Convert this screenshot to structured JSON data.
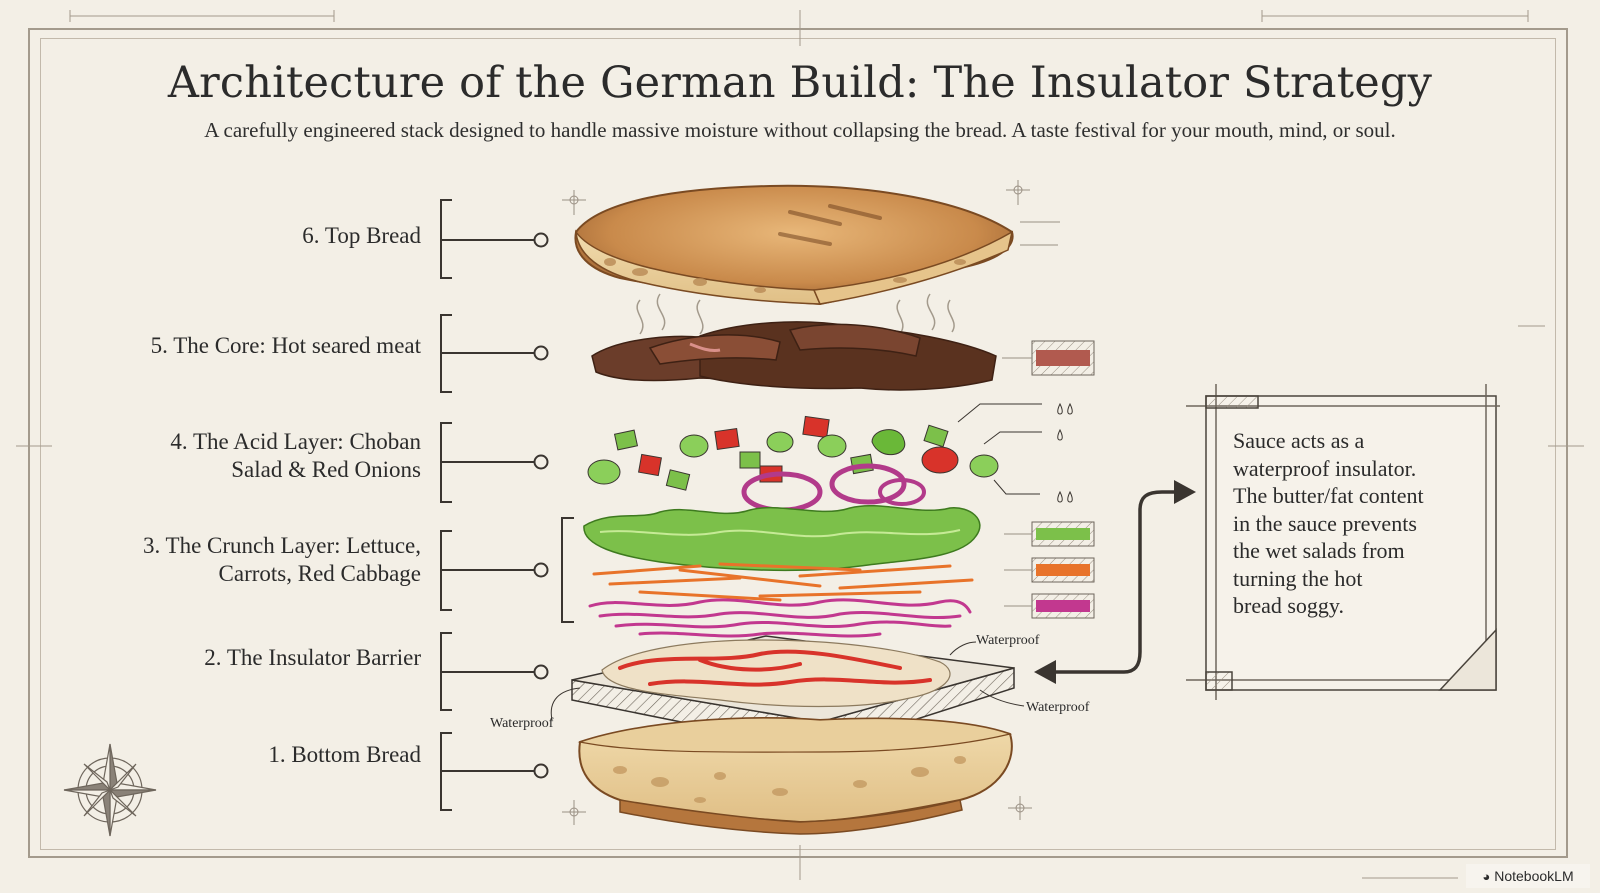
{
  "header": {
    "title": "Architecture of the German Build: The Insulator Strategy",
    "subtitle": "A carefully engineered stack designed to handle massive moisture without collapsing the bread. A taste festival for your mouth, mind, or soul."
  },
  "layers": [
    {
      "lines": [
        "6. Top Bread"
      ]
    },
    {
      "lines": [
        "5. The Core: Hot seared meat"
      ]
    },
    {
      "lines": [
        "4. The Acid Layer: Choban",
        "Salad & Red Onions"
      ]
    },
    {
      "lines": [
        "3. The Crunch Layer: Lettuce,",
        "Carrots, Red Cabbage"
      ]
    },
    {
      "lines": [
        "2. The Insulator Barrier"
      ]
    },
    {
      "lines": [
        "1. Bottom Bread"
      ]
    }
  ],
  "annotations": {
    "waterproof_top": "Waterproof",
    "waterproof_right": "Waterproof",
    "waterproof_left": "Waterproof"
  },
  "note": {
    "lines": [
      "Sauce acts as a",
      "waterproof insulator.",
      "The butter/fat content",
      "in the sauce prevents",
      "the wet salads from",
      "turning the hot",
      "bread soggy."
    ]
  },
  "brand": {
    "name": "NotebookLM",
    "icon": "notebook-icon"
  },
  "colors": {
    "bread": "#d9a066",
    "meat": "#6b3d2a",
    "lettuce": "#7cc04a",
    "carrot": "#e8732a",
    "cabbage": "#c2388f",
    "sauce": "#d8332a",
    "ink": "#3a3530"
  }
}
